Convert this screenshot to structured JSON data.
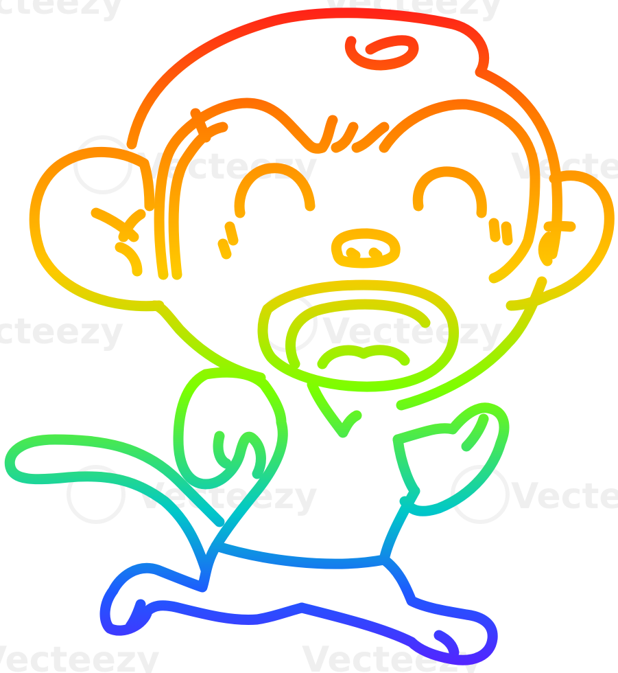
{
  "illustration": {
    "subject": "monkey-running-icon",
    "stroke_gradient": {
      "colors": [
        "#ff1a1a",
        "#ff7a00",
        "#ffc800",
        "#7aff00",
        "#00c8c8",
        "#1e5aff",
        "#5a1eff"
      ]
    }
  },
  "watermark": {
    "text": "Vecteezy",
    "logo_icon": "vecteezy-v-logo-icon",
    "rows": [
      [
        "cteezy",
        "Vecteezy"
      ],
      [
        "Vecteezy",
        "Vecte"
      ],
      [
        "cteezy",
        "Vecteezy"
      ],
      [
        "Vecteezy",
        "Vecte"
      ],
      [
        "Vecteezy",
        "Vecteezy"
      ]
    ]
  }
}
